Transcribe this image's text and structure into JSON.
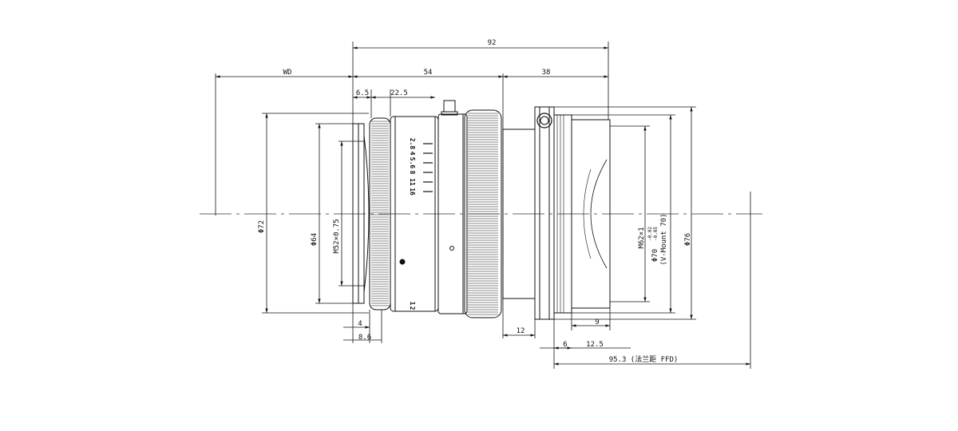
{
  "drawing": {
    "title": "",
    "colors": {
      "line": "#111111",
      "center": "#333333",
      "background": "#ffffff"
    },
    "dimensions": {
      "total_length": "92",
      "wd": "WD",
      "front_length": "54",
      "back_length": "38",
      "front_step": "6.5",
      "ring_offset": "22.5",
      "diameter_72": "Φ72",
      "diameter_64": "Φ64",
      "filter_thread": "M52×0.75",
      "bottom_4": "4",
      "bottom_8_6": "8.6",
      "bottom_12": "12",
      "bottom_9": "9",
      "bottom_6": "6",
      "bottom_12_5": "12.5",
      "flange_distance": "95.3 (法兰距 FFD)",
      "mount_thread": "M62×1",
      "mount_diameter": "Φ70",
      "mount_tol_upper": "-0.02",
      "mount_tol_lower": "-0.05",
      "mount_name": "(V-Mount 70)",
      "diameter_76": "Φ76"
    },
    "fnumbers": [
      "2.8",
      "4",
      "5.6",
      "8",
      "11",
      "16"
    ],
    "barrel_marks": [
      "1",
      "2"
    ]
  }
}
